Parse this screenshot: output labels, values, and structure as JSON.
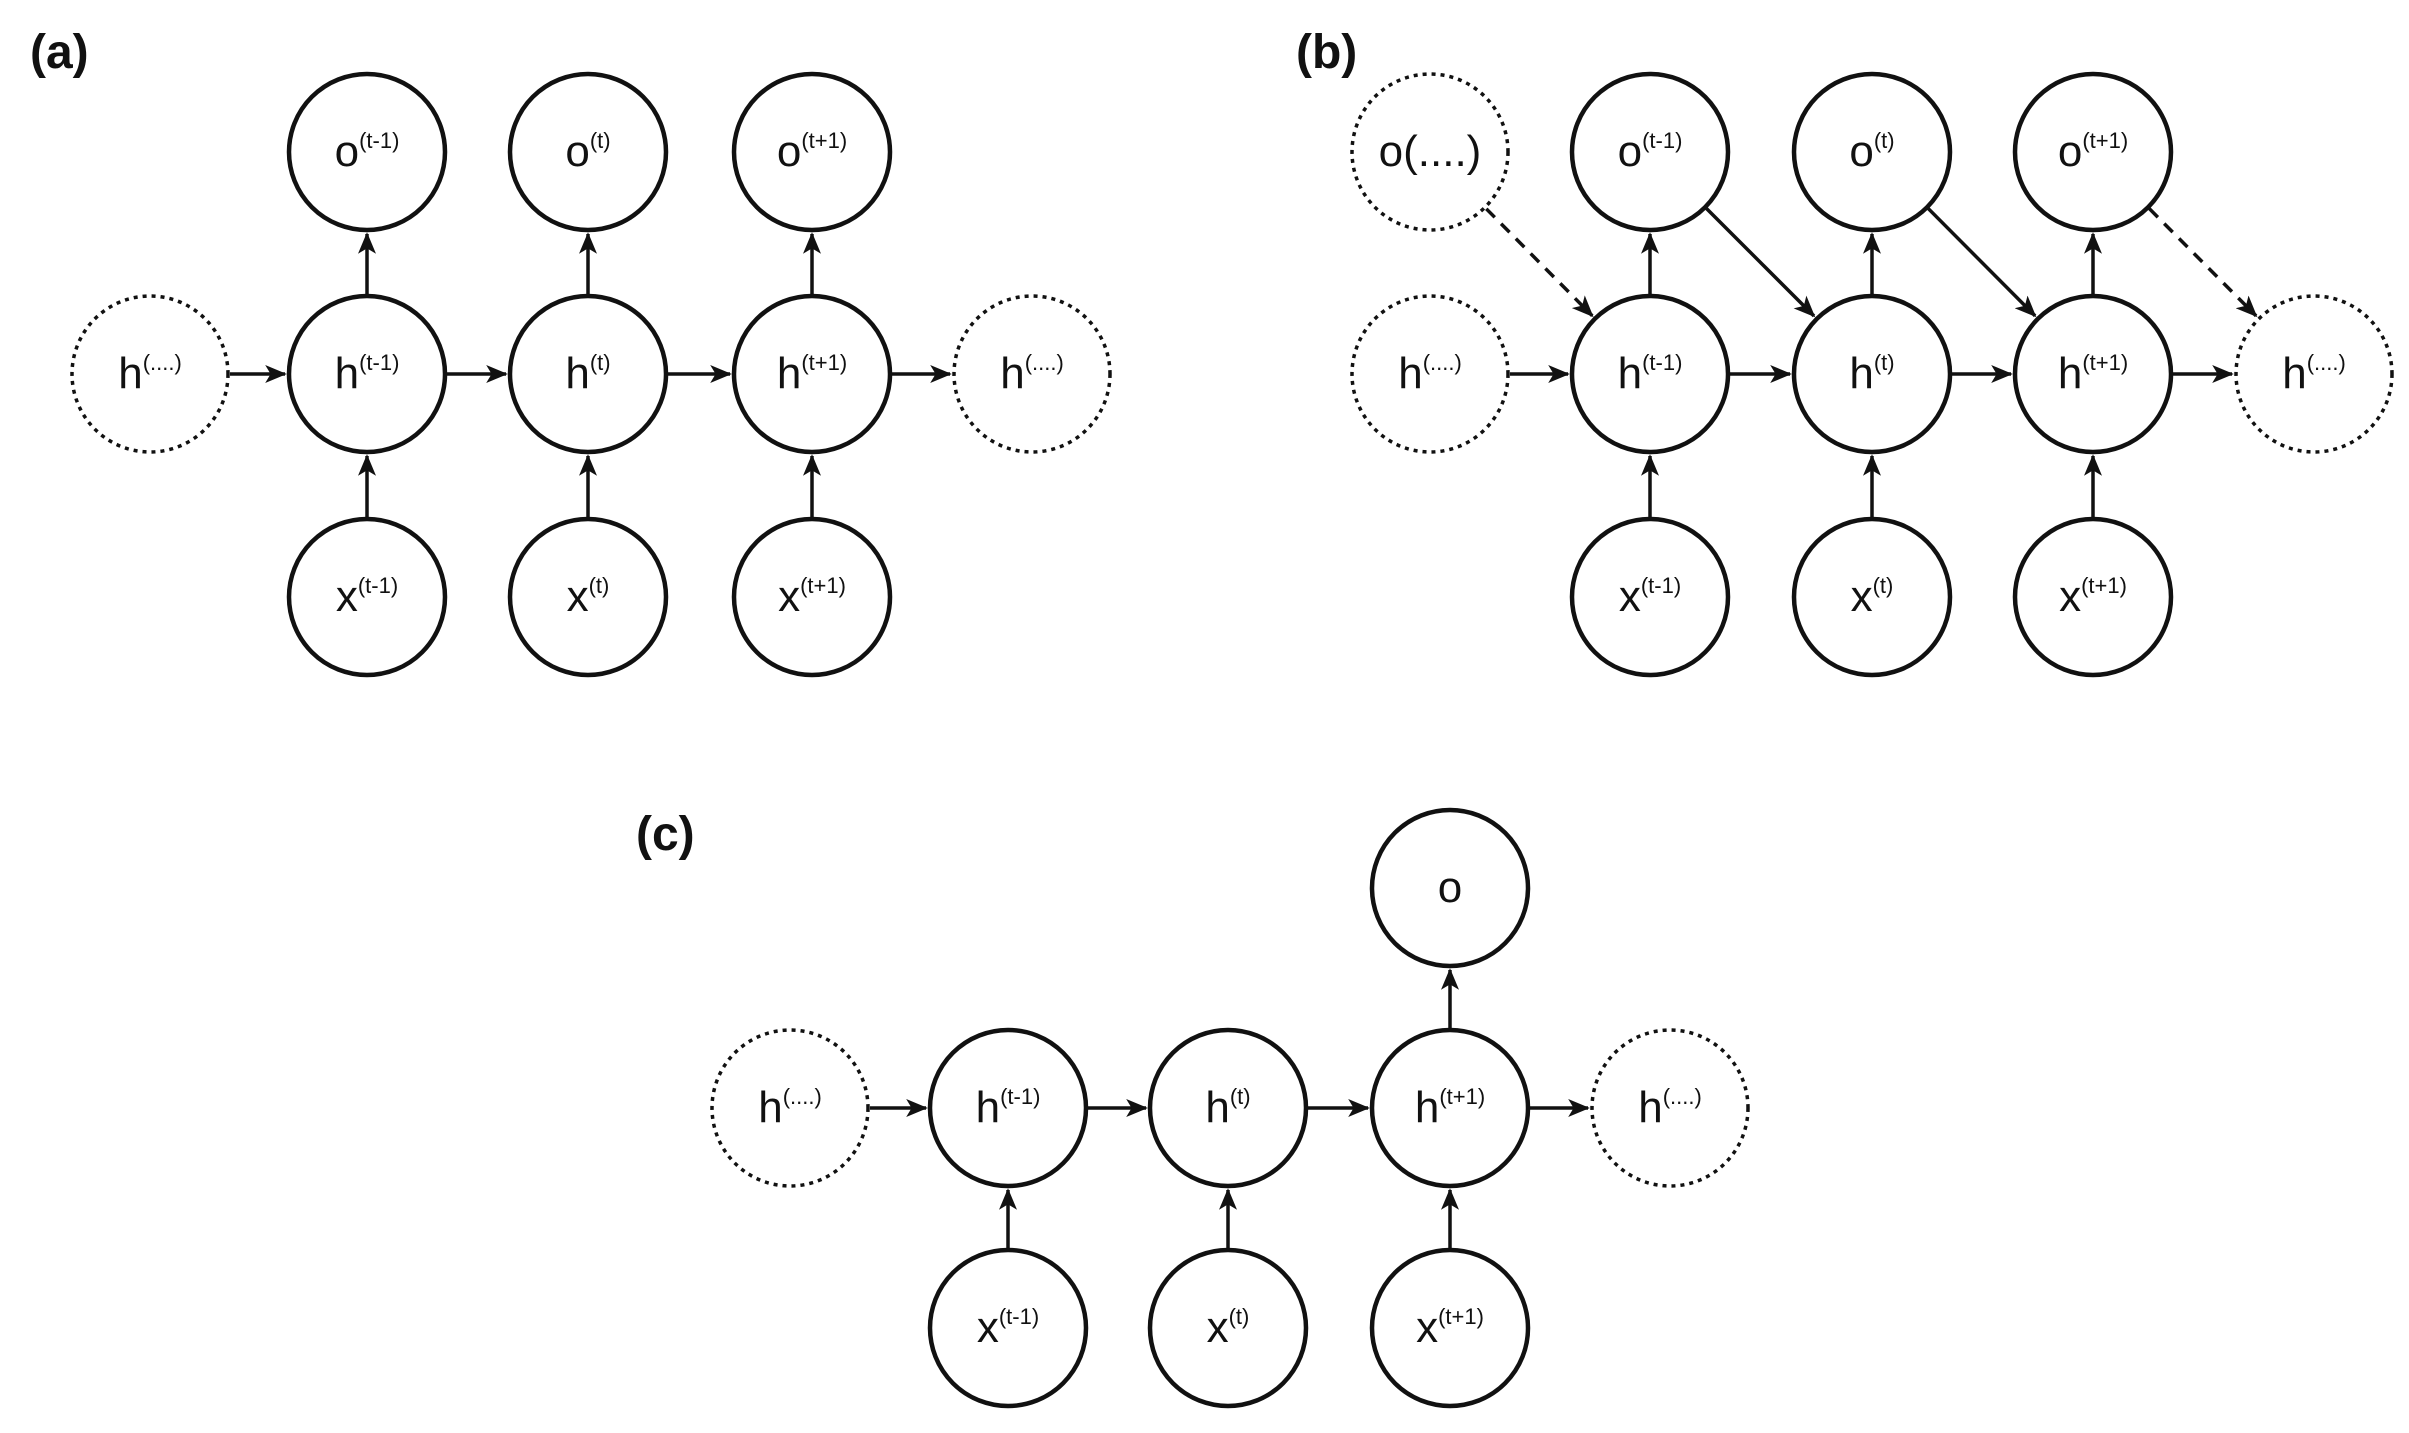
{
  "panels": [
    {
      "id": "a",
      "label": "(a)",
      "nodes": [
        {
          "id": "o-prev",
          "base": "o",
          "sup": "(t-1)",
          "style": "solid"
        },
        {
          "id": "o-cur",
          "base": "o",
          "sup": "(t)",
          "style": "solid"
        },
        {
          "id": "o-next",
          "base": "o",
          "sup": "(t+1)",
          "style": "solid"
        },
        {
          "id": "h-start",
          "base": "h",
          "sup": "(....)",
          "style": "dotted"
        },
        {
          "id": "h-prev",
          "base": "h",
          "sup": "(t-1)",
          "style": "solid"
        },
        {
          "id": "h-cur",
          "base": "h",
          "sup": "(t)",
          "style": "solid"
        },
        {
          "id": "h-next",
          "base": "h",
          "sup": "(t+1)",
          "style": "solid"
        },
        {
          "id": "h-end",
          "base": "h",
          "sup": "(....)",
          "style": "dotted"
        },
        {
          "id": "x-prev",
          "base": "x",
          "sup": "(t-1)",
          "style": "solid"
        },
        {
          "id": "x-cur",
          "base": "x",
          "sup": "(t)",
          "style": "solid"
        },
        {
          "id": "x-next",
          "base": "x",
          "sup": "(t+1)",
          "style": "solid"
        }
      ],
      "edges": [
        {
          "from": "h-start",
          "to": "h-prev",
          "style": "solid"
        },
        {
          "from": "h-prev",
          "to": "h-cur",
          "style": "solid"
        },
        {
          "from": "h-cur",
          "to": "h-next",
          "style": "solid"
        },
        {
          "from": "h-next",
          "to": "h-end",
          "style": "solid"
        },
        {
          "from": "x-prev",
          "to": "h-prev",
          "style": "solid"
        },
        {
          "from": "x-cur",
          "to": "h-cur",
          "style": "solid"
        },
        {
          "from": "x-next",
          "to": "h-next",
          "style": "solid"
        },
        {
          "from": "h-prev",
          "to": "o-prev",
          "style": "solid"
        },
        {
          "from": "h-cur",
          "to": "o-cur",
          "style": "solid"
        },
        {
          "from": "h-next",
          "to": "o-next",
          "style": "solid"
        }
      ]
    },
    {
      "id": "b",
      "label": "(b)",
      "nodes": [
        {
          "id": "o-start",
          "base": "o(....)",
          "sup": "",
          "style": "dotted"
        },
        {
          "id": "o-prev",
          "base": "o",
          "sup": "(t-1)",
          "style": "solid"
        },
        {
          "id": "o-cur",
          "base": "o",
          "sup": "(t)",
          "style": "solid"
        },
        {
          "id": "o-next",
          "base": "o",
          "sup": "(t+1)",
          "style": "solid"
        },
        {
          "id": "h-start",
          "base": "h",
          "sup": "(....)",
          "style": "dotted"
        },
        {
          "id": "h-prev",
          "base": "h",
          "sup": "(t-1)",
          "style": "solid"
        },
        {
          "id": "h-cur",
          "base": "h",
          "sup": "(t)",
          "style": "solid"
        },
        {
          "id": "h-next",
          "base": "h",
          "sup": "(t+1)",
          "style": "solid"
        },
        {
          "id": "h-end",
          "base": "h",
          "sup": "(....)",
          "style": "dotted"
        },
        {
          "id": "x-prev",
          "base": "x",
          "sup": "(t-1)",
          "style": "solid"
        },
        {
          "id": "x-cur",
          "base": "x",
          "sup": "(t)",
          "style": "solid"
        },
        {
          "id": "x-next",
          "base": "x",
          "sup": "(t+1)",
          "style": "solid"
        }
      ],
      "edges": [
        {
          "from": "h-start",
          "to": "h-prev",
          "style": "solid"
        },
        {
          "from": "h-prev",
          "to": "h-cur",
          "style": "solid"
        },
        {
          "from": "h-cur",
          "to": "h-next",
          "style": "solid"
        },
        {
          "from": "h-next",
          "to": "h-end",
          "style": "solid"
        },
        {
          "from": "x-prev",
          "to": "h-prev",
          "style": "solid"
        },
        {
          "from": "x-cur",
          "to": "h-cur",
          "style": "solid"
        },
        {
          "from": "x-next",
          "to": "h-next",
          "style": "solid"
        },
        {
          "from": "h-prev",
          "to": "o-prev",
          "style": "solid"
        },
        {
          "from": "h-cur",
          "to": "o-cur",
          "style": "solid"
        },
        {
          "from": "h-next",
          "to": "o-next",
          "style": "solid"
        },
        {
          "from": "o-start",
          "to": "h-prev",
          "style": "dashed"
        },
        {
          "from": "o-prev",
          "to": "h-cur",
          "style": "solid"
        },
        {
          "from": "o-cur",
          "to": "h-next",
          "style": "solid"
        },
        {
          "from": "o-next",
          "to": "h-end",
          "style": "dashed"
        }
      ]
    },
    {
      "id": "c",
      "label": "(c)",
      "nodes": [
        {
          "id": "o-final",
          "base": "o",
          "sup": "",
          "style": "solid"
        },
        {
          "id": "h-start",
          "base": "h",
          "sup": "(....)",
          "style": "dotted"
        },
        {
          "id": "h-prev",
          "base": "h",
          "sup": "(t-1)",
          "style": "solid"
        },
        {
          "id": "h-cur",
          "base": "h",
          "sup": "(t)",
          "style": "solid"
        },
        {
          "id": "h-next",
          "base": "h",
          "sup": "(t+1)",
          "style": "solid"
        },
        {
          "id": "h-end",
          "base": "h",
          "sup": "(....)",
          "style": "dotted"
        },
        {
          "id": "x-prev",
          "base": "x",
          "sup": "(t-1)",
          "style": "solid"
        },
        {
          "id": "x-cur",
          "base": "x",
          "sup": "(t)",
          "style": "solid"
        },
        {
          "id": "x-next",
          "base": "x",
          "sup": "(t+1)",
          "style": "solid"
        }
      ],
      "edges": [
        {
          "from": "h-start",
          "to": "h-prev",
          "style": "solid"
        },
        {
          "from": "h-prev",
          "to": "h-cur",
          "style": "solid"
        },
        {
          "from": "h-cur",
          "to": "h-next",
          "style": "solid"
        },
        {
          "from": "h-next",
          "to": "h-end",
          "style": "solid"
        },
        {
          "from": "x-prev",
          "to": "h-prev",
          "style": "solid"
        },
        {
          "from": "x-cur",
          "to": "h-cur",
          "style": "solid"
        },
        {
          "from": "x-next",
          "to": "h-next",
          "style": "solid"
        },
        {
          "from": "h-next",
          "to": "o-final",
          "style": "solid"
        }
      ]
    }
  ]
}
